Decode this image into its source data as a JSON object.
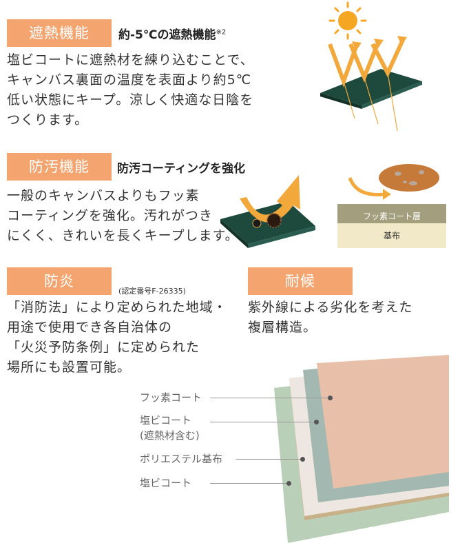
{
  "heat": {
    "badge": "遮熱機能",
    "heading": "約-5℃の遮熱機能",
    "heading_sup": "※2",
    "body": [
      "塩ビコートに遮熱材を練り込むことで、",
      "キャンバス裏面の温度を表面より約5℃",
      "低い状態にキープ。涼しく快適な日陰を",
      "つくります。"
    ],
    "icon": "sun-icon"
  },
  "stain": {
    "badge": "防汚機能",
    "heading": "防汚コーティングを強化",
    "body": [
      "一般のキャンバスよりもフッ素",
      "コーティングを強化。汚れがつき",
      "にくく、きれいを長くキープします。"
    ],
    "layers": [
      "フッ素コート層",
      "基布"
    ]
  },
  "fire": {
    "badge": "防炎",
    "note": "(認定番号F-26335)",
    "body": [
      "「消防法」により定められた地域・",
      "用途で使用でき各自治体の",
      "「火災予防条例」に定められた",
      "場所にも設置可能。"
    ]
  },
  "weather": {
    "badge": "耐候",
    "body": [
      "紫外線による劣化を考えた",
      "複層構造。"
    ]
  },
  "structure": {
    "labels": [
      {
        "lines": [
          "フッ素コート"
        ]
      },
      {
        "lines": [
          "塩ビコート",
          "(遮熱材含む)"
        ]
      },
      {
        "lines": [
          "ポリエステル基布"
        ]
      },
      {
        "lines": [
          "塩ビコート"
        ]
      }
    ]
  },
  "colors": {
    "accent": "#f4a46f",
    "sheet": "#1e4a3e",
    "arrow": "#f2a83b",
    "layer_top": "#e8bfa9",
    "layer_teal": "#a3b8b0",
    "layer_white": "#eee6e1",
    "layer_tan": "#c8b189",
    "layer_green": "#b9cfb7"
  }
}
